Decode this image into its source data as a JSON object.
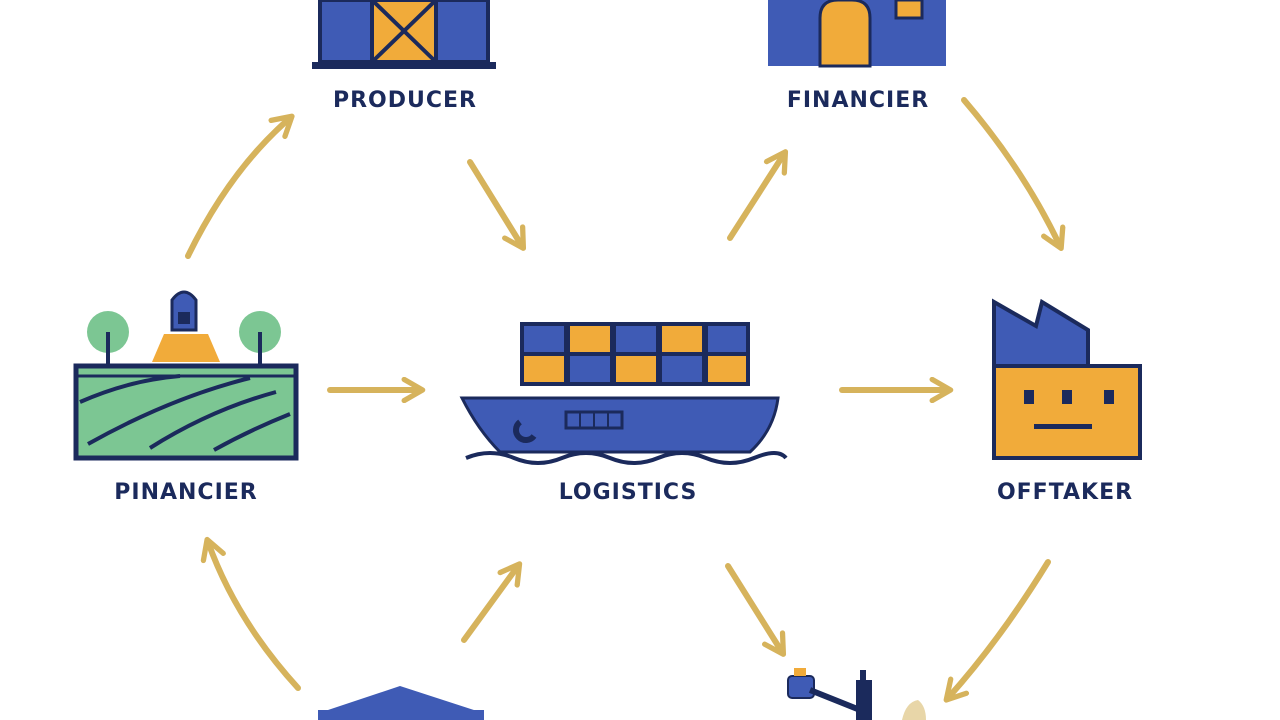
{
  "nodes": {
    "producer": {
      "label": "PRODUCER"
    },
    "financier_top": {
      "label": "FINANCIER"
    },
    "financier_left": {
      "label": "PINANCIER"
    },
    "logistics": {
      "label": "LOGISTICS"
    },
    "offtaker": {
      "label": "OFFTAKER"
    }
  },
  "colors": {
    "navy": "#1b2a5c",
    "blue": "#3f5bb5",
    "orange": "#f1ab3a",
    "green": "#7cc693",
    "arrow": "#d6b35c"
  },
  "icons": {
    "producer": "warehouse-icon",
    "financier_top": "bank-building-icon",
    "financier_left": "farm-field-icon",
    "logistics": "cargo-ship-icon",
    "offtaker": "factory-icon",
    "bottom_left": "warehouse-roof-icon",
    "bottom_right": "crane-icon"
  }
}
